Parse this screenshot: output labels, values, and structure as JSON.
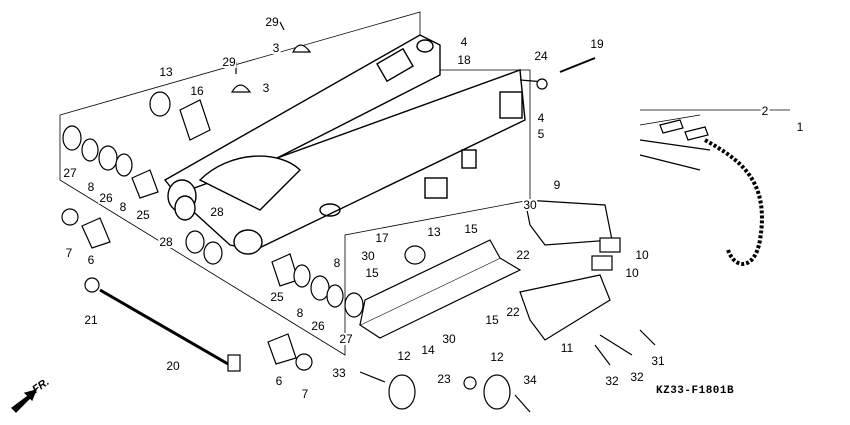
{
  "diagram": {
    "drawing_code": "KZ33-F1801B",
    "direction_label": "FR.",
    "callouts": [
      "29",
      "3",
      "29",
      "3",
      "13",
      "16",
      "4",
      "18",
      "24",
      "19",
      "2",
      "1",
      "4",
      "5",
      "27",
      "8",
      "26",
      "8",
      "25",
      "28",
      "28",
      "7",
      "6",
      "9",
      "30",
      "15",
      "17",
      "13",
      "30",
      "15",
      "10",
      "10",
      "22",
      "22",
      "8",
      "25",
      "8",
      "26",
      "27",
      "15",
      "30",
      "14",
      "11",
      "31",
      "32",
      "32",
      "21",
      "20",
      "6",
      "7",
      "12",
      "12",
      "33",
      "23",
      "34"
    ]
  }
}
